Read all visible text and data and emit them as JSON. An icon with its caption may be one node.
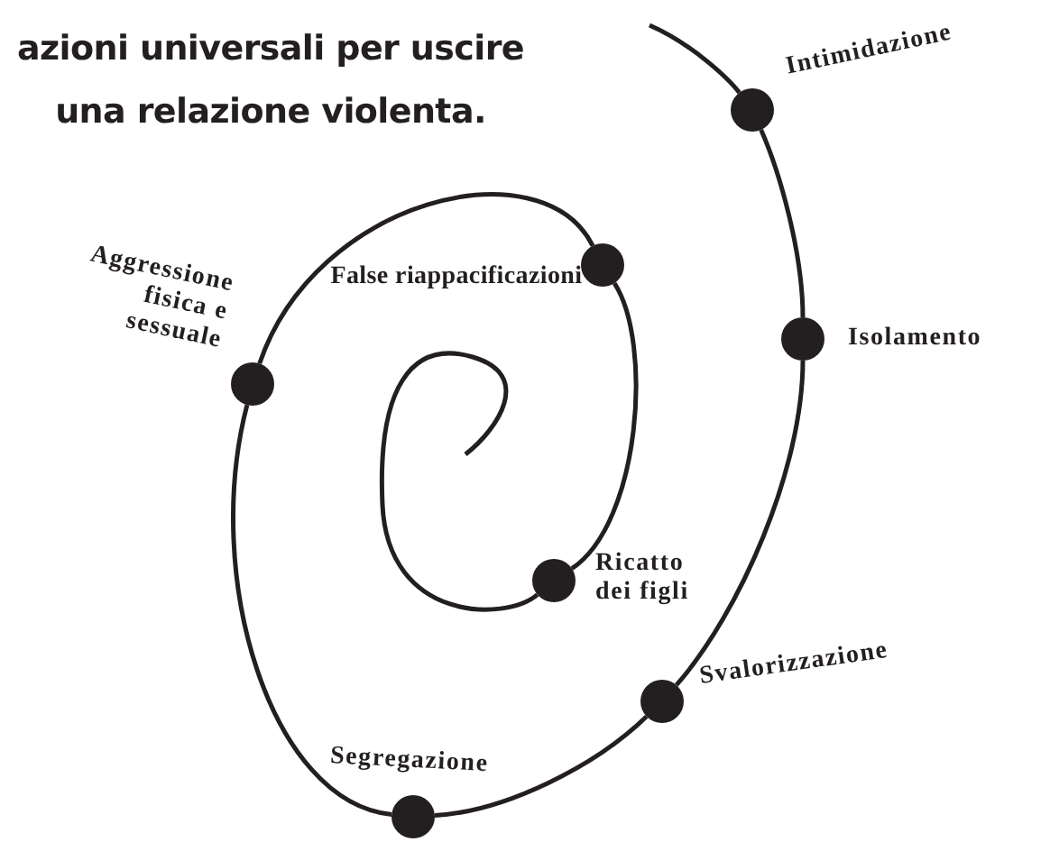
{
  "diagram": {
    "title": "azioni universali per uscire una relazione violenta.",
    "nodes": [
      {
        "text": [],
        "shape": "circle",
        "beside": [
          "Intimidazione"
        ]
      },
      {
        "text": [],
        "shape": "circle",
        "beside": [
          "Isolamento"
        ]
      },
      {
        "text": [],
        "shape": "circle",
        "beside": [
          "Svalorizzazione"
        ]
      },
      {
        "text": [],
        "shape": "circle",
        "beside": [
          "Segregazione"
        ]
      },
      {
        "text": [],
        "shape": "circle",
        "beside": [
          "Aggressione fisica e sessuale"
        ]
      },
      {
        "text": [],
        "shape": "circle",
        "beside": [
          "False riappacificazioni"
        ]
      },
      {
        "text": [],
        "shape": "circle",
        "beside": [
          "Ricatto dei figli"
        ]
      }
    ],
    "edges": [
      {
        "from": null,
        "to": 0,
        "arrow": "none"
      },
      {
        "from": 0,
        "to": 1,
        "arrow": "none"
      },
      {
        "from": 1,
        "to": 2,
        "arrow": "none"
      },
      {
        "from": 2,
        "to": 3,
        "arrow": "none"
      },
      {
        "from": 3,
        "to": 4,
        "arrow": "none"
      },
      {
        "from": 4,
        "to": 5,
        "arrow": "none"
      },
      {
        "from": 5,
        "to": 6,
        "arrow": "none"
      },
      {
        "from": 6,
        "to": null,
        "arrow": "none"
      }
    ]
  }
}
